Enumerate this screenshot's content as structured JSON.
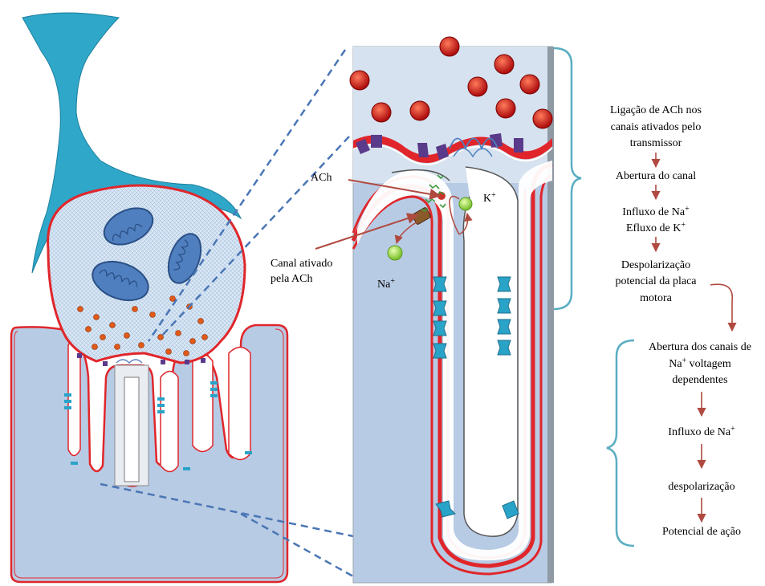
{
  "labels": {
    "ach": "ACh",
    "k": "K",
    "k_sup": "+",
    "na": "Na",
    "na_sup": "+",
    "canal_line1": "Canal ativado",
    "canal_line2": "pela ACh"
  },
  "steps": [
    {
      "lines": [
        {
          "t": "Ligação de ACh nos"
        },
        {
          "t": "canais ativados pelo"
        },
        {
          "t": "transmissor"
        }
      ]
    },
    {
      "lines": [
        {
          "t": "Abertura do canal"
        }
      ]
    },
    {
      "lines": [
        {
          "t": "Influxo de Na",
          "sup": "+"
        },
        {
          "t": "Efluxo de  K",
          "sup": "+"
        }
      ]
    },
    {
      "lines": [
        {
          "t": "Despolarização"
        },
        {
          "t": "potencial da placa"
        },
        {
          "t": "motora"
        }
      ]
    },
    {
      "lines": [
        {
          "t": "Abertura dos canais de"
        },
        {
          "t": "Na",
          "sup": "+",
          "tail": "  voltagem"
        },
        {
          "t": "dependentes"
        }
      ]
    },
    {
      "lines": [
        {
          "t": "Influxo de Na",
          "sup": "+"
        }
      ]
    },
    {
      "lines": [
        {
          "t": "despolarização"
        }
      ]
    },
    {
      "lines": [
        {
          "t": "Potencial de ação"
        }
      ]
    }
  ],
  "colors": {
    "axon": "#2fa7c9",
    "membrane_red": "#e0262b",
    "tissue": "#b8cbe4",
    "vesicle": "#e8a000",
    "mitochondria": "#4f7fbf",
    "arrow": "#b04a40",
    "bracket": "#5aaec2",
    "channel": "#2aa3c8",
    "receptor": "#5a3a8a",
    "dashed": "#4a76b5"
  }
}
